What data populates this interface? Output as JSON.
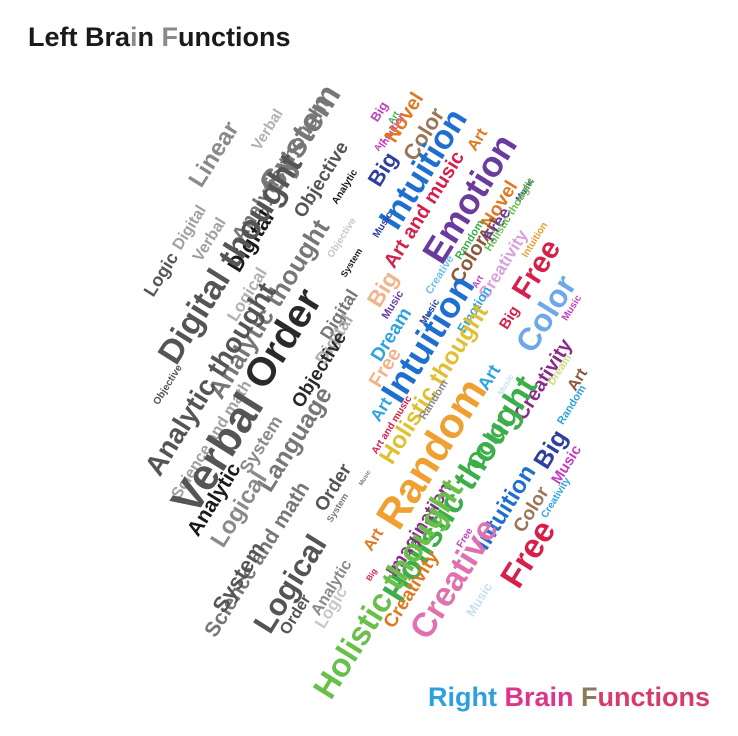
{
  "left_title": {
    "segments": [
      {
        "text": "Left ",
        "color": "#1a1a1a"
      },
      {
        "text": "Bra",
        "color": "#1a1a1a"
      },
      {
        "text": "i",
        "color": "#8a8a8a"
      },
      {
        "text": "n ",
        "color": "#1a1a1a"
      },
      {
        "text": "F",
        "color": "#8a8a8a"
      },
      {
        "text": "unctions",
        "color": "#1a1a1a"
      }
    ]
  },
  "right_title": {
    "segments": [
      {
        "text": "Right ",
        "color": "#2e9fe0"
      },
      {
        "text": "Brain ",
        "color": "#e0338a"
      },
      {
        "text": "F",
        "color": "#8b7a5a"
      },
      {
        "text": "unctions",
        "color": "#d63b6a"
      }
    ]
  },
  "left_words": [
    {
      "text": "Linear",
      "color": "#8a8a8a"
    },
    {
      "text": "Verbal",
      "color": "#b0b0b0"
    },
    {
      "text": "Analytic thought",
      "color": "#777777"
    },
    {
      "text": "System",
      "color": "#777777"
    },
    {
      "text": "Digital",
      "color": "#a0a0a0"
    },
    {
      "text": "Objective",
      "color": "#555555"
    },
    {
      "text": "Analytic",
      "color": "#1a1a1a"
    },
    {
      "text": "Logic",
      "color": "#555555"
    },
    {
      "text": "Verbal",
      "color": "#a0a0a0"
    },
    {
      "text": "Digital",
      "color": "#1a1a1a"
    },
    {
      "text": "Digital thought",
      "color": "#555555"
    },
    {
      "text": "Objective",
      "color": "#c8c8c8"
    },
    {
      "text": "System",
      "color": "#1a1a1a"
    },
    {
      "text": "Digital",
      "color": "#777777"
    },
    {
      "text": "Logical",
      "color": "#b0b0b0"
    },
    {
      "text": "Analytic thought",
      "color": "#777777"
    },
    {
      "text": "Order",
      "color": "#2a2a2a"
    },
    {
      "text": "Objective",
      "color": "#555555"
    },
    {
      "text": "Analytic thought",
      "color": "#555555"
    },
    {
      "text": "Digital",
      "color": "#b0b0b0"
    },
    {
      "text": "Objective",
      "color": "#2a2a2a"
    },
    {
      "text": "Science and math",
      "color": "#a0a0a0"
    },
    {
      "text": "Verbal",
      "color": "#555555"
    },
    {
      "text": "System",
      "color": "#8a8a8a"
    },
    {
      "text": "Language",
      "color": "#777777"
    },
    {
      "text": "Analytic",
      "color": "#1a1a1a"
    },
    {
      "text": "Logical",
      "color": "#8a8a8a"
    },
    {
      "text": "Science and math",
      "color": "#777777"
    },
    {
      "text": "Order",
      "color": "#555555"
    },
    {
      "text": "System",
      "color": "#555555"
    },
    {
      "text": "System",
      "color": "#777777"
    },
    {
      "text": "Logical",
      "color": "#555555"
    },
    {
      "text": "Order",
      "color": "#555555"
    },
    {
      "text": "Analytic",
      "color": "#8a8a8a"
    },
    {
      "text": "Logic",
      "color": "#c8c8c8"
    },
    {
      "text": "Music",
      "color": "#777777"
    }
  ],
  "right_words": [
    {
      "text": "Big",
      "color": "#c040c0"
    },
    {
      "text": "Art",
      "color": "#3cae4a"
    },
    {
      "text": "Intuition",
      "color": "#c040c0"
    },
    {
      "text": "Art",
      "color": "#c040c0"
    },
    {
      "text": "Novel",
      "color": "#e07820"
    },
    {
      "text": "Big",
      "color": "#2e3f9e"
    },
    {
      "text": "Color",
      "color": "#9b7555"
    },
    {
      "text": "Intuition",
      "color": "#1e6fd0"
    },
    {
      "text": "Art",
      "color": "#e07820"
    },
    {
      "text": "Music",
      "color": "#2e3f9e"
    },
    {
      "text": "Art and music",
      "color": "#d61f4a"
    },
    {
      "text": "Emotion",
      "color": "#6a3a9e"
    },
    {
      "text": "Novel",
      "color": "#e07820"
    },
    {
      "text": "Music",
      "color": "#2e3f9e"
    },
    {
      "text": "Random",
      "color": "#3cae4a"
    },
    {
      "text": "Art",
      "color": "#8a5a3a"
    },
    {
      "text": "Free",
      "color": "#6a3a9e"
    },
    {
      "text": "Holistic thought",
      "color": "#6abf4b"
    },
    {
      "text": "Intuition",
      "color": "#e0a030"
    },
    {
      "text": "Big",
      "color": "#f3b38a"
    },
    {
      "text": "Creative",
      "color": "#6fc3e8"
    },
    {
      "text": "Color",
      "color": "#8a5a3a"
    },
    {
      "text": "Creativity",
      "color": "#d9a0d9"
    },
    {
      "text": "Free",
      "color": "#d61f4a"
    },
    {
      "text": "Art",
      "color": "#c040c0"
    },
    {
      "text": "Music",
      "color": "#6a3a9e"
    },
    {
      "text": "Dream",
      "color": "#2ea3dc"
    },
    {
      "text": "Music",
      "color": "#2e3f9e"
    },
    {
      "text": "Intuition",
      "color": "#1e6fd0"
    },
    {
      "text": "Emotion",
      "color": "#2ea3dc"
    },
    {
      "text": "Big",
      "color": "#d61f4a"
    },
    {
      "text": "Color",
      "color": "#6fa8e8"
    },
    {
      "text": "Music",
      "color": "#c040c0"
    },
    {
      "text": "Free",
      "color": "#f3b38a"
    },
    {
      "text": "Holistic thought",
      "color": "#e0c030"
    },
    {
      "text": "Art",
      "color": "#2ea3dc"
    },
    {
      "text": "Music",
      "color": "#c8e0f0"
    },
    {
      "text": "Creativity",
      "color": "#8a2a8a"
    },
    {
      "text": "Dream",
      "color": "#c8e080"
    },
    {
      "text": "Art",
      "color": "#8a5a3a"
    },
    {
      "text": "Random",
      "color": "#2ea3dc"
    },
    {
      "text": "Random",
      "color": "#8a8a8a"
    },
    {
      "text": "Art",
      "color": "#2ea3dc"
    },
    {
      "text": "Art and music",
      "color": "#d61f4a"
    },
    {
      "text": "Random",
      "color": "#f0a030"
    },
    {
      "text": "Color",
      "color": "#3cae4a"
    },
    {
      "text": "Big",
      "color": "#2e3f9e"
    },
    {
      "text": "Holistic thought",
      "color": "#3cae4a"
    },
    {
      "text": "Music",
      "color": "#c040c0"
    },
    {
      "text": "Intuition",
      "color": "#1e6fd0"
    },
    {
      "text": "Art",
      "color": "#e07820"
    },
    {
      "text": "Imagination",
      "color": "#8a2a8a"
    },
    {
      "text": "Color",
      "color": "#9b7555"
    },
    {
      "text": "Creativity",
      "color": "#2ea3dc"
    },
    {
      "text": "Creative",
      "color": "#e070b0"
    },
    {
      "text": "Free",
      "color": "#c040c0"
    },
    {
      "text": "Big",
      "color": "#d61f4a"
    },
    {
      "text": "Creativity",
      "color": "#e07820"
    },
    {
      "text": "Music",
      "color": "#c8e0f0"
    },
    {
      "text": "Free",
      "color": "#d61f4a"
    },
    {
      "text": "Holistic thought",
      "color": "#6abf4b"
    }
  ]
}
